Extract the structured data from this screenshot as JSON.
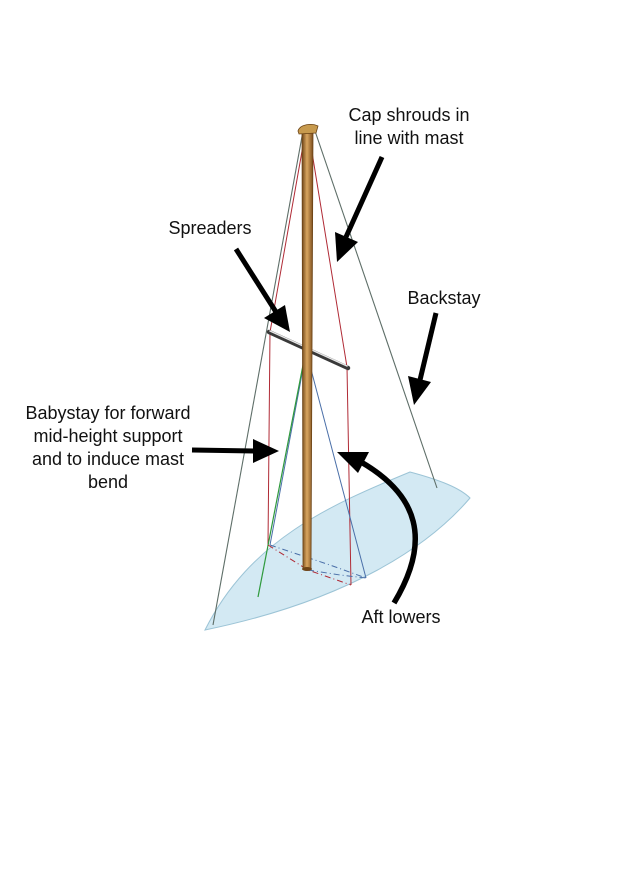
{
  "diagram": {
    "labels": {
      "cap_shrouds": [
        "Cap shrouds in",
        "line with mast"
      ],
      "spreaders": "Spreaders",
      "backstay": "Backstay",
      "babystay": [
        "Babystay for forward",
        "mid-height support",
        "and to induce mast",
        "bend"
      ],
      "aft_lowers": "Aft lowers"
    },
    "colors": {
      "hull": "#d3e9f3",
      "hull_edge": "#9cc4d6",
      "mast": "#a06a2e",
      "mast_highlight": "#d9a660",
      "cap_shrouds": "#b02a35",
      "aft_lowers": "#4a6fa8",
      "babystay": "#2e9a3c",
      "forestay_backstay": "#5e6e68",
      "arrow": "#000000",
      "text": "#111111"
    }
  }
}
